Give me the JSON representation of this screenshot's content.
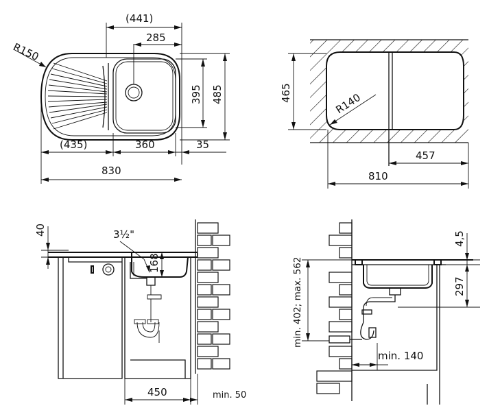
{
  "top_left_view": {
    "radius": "R150",
    "dim_top_outer": "(441)",
    "dim_top_inner": "285",
    "dim_height_inner": "395",
    "dim_height_outer": "485",
    "dim_drainer": "(435)",
    "dim_bowl": "360",
    "dim_margin": "35",
    "dim_total": "830"
  },
  "top_right_view": {
    "dim_height": "465",
    "radius": "R140",
    "dim_part": "457",
    "dim_total": "810"
  },
  "bottom_left_view": {
    "dim_thickness": "40",
    "waste_size": "3½\"",
    "dim_depth": "168",
    "dim_width": "450",
    "dim_clearance": "min. 50"
  },
  "bottom_right_view": {
    "dim_lip": "4,5",
    "dim_range": "min. 402; max. 562",
    "dim_depth": "297",
    "dim_min": "min. 140"
  }
}
